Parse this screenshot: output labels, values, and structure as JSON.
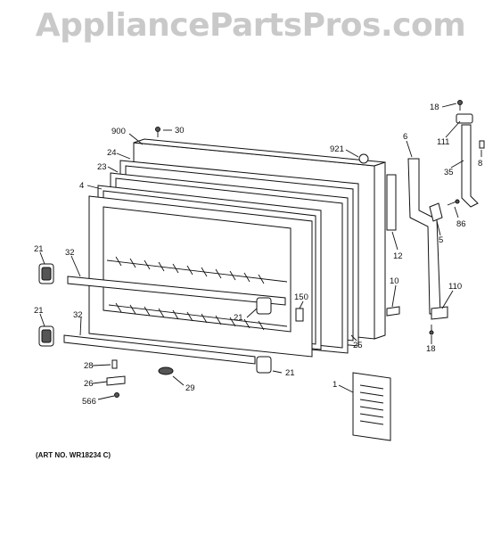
{
  "watermark": "AppliancePartsPros.com",
  "art_no": "(ART NO. WR18234 C)",
  "labels": {
    "p900": "900",
    "p30": "30",
    "p24": "24",
    "p23": "23",
    "p4": "4",
    "p921": "921",
    "p6": "6",
    "p18a": "18",
    "p111": "111",
    "p8": "8",
    "p35": "35",
    "p86": "86",
    "p5": "5",
    "p12": "12",
    "p10": "10",
    "p110": "110",
    "p18b": "18",
    "p21a": "21",
    "p32a": "32",
    "p21b": "21",
    "p32b": "32",
    "p21c": "21",
    "p150": "150",
    "p25": "25",
    "p21d": "21",
    "p28": "28",
    "p26": "26",
    "p29": "29",
    "p566": "566",
    "p1": "1"
  }
}
